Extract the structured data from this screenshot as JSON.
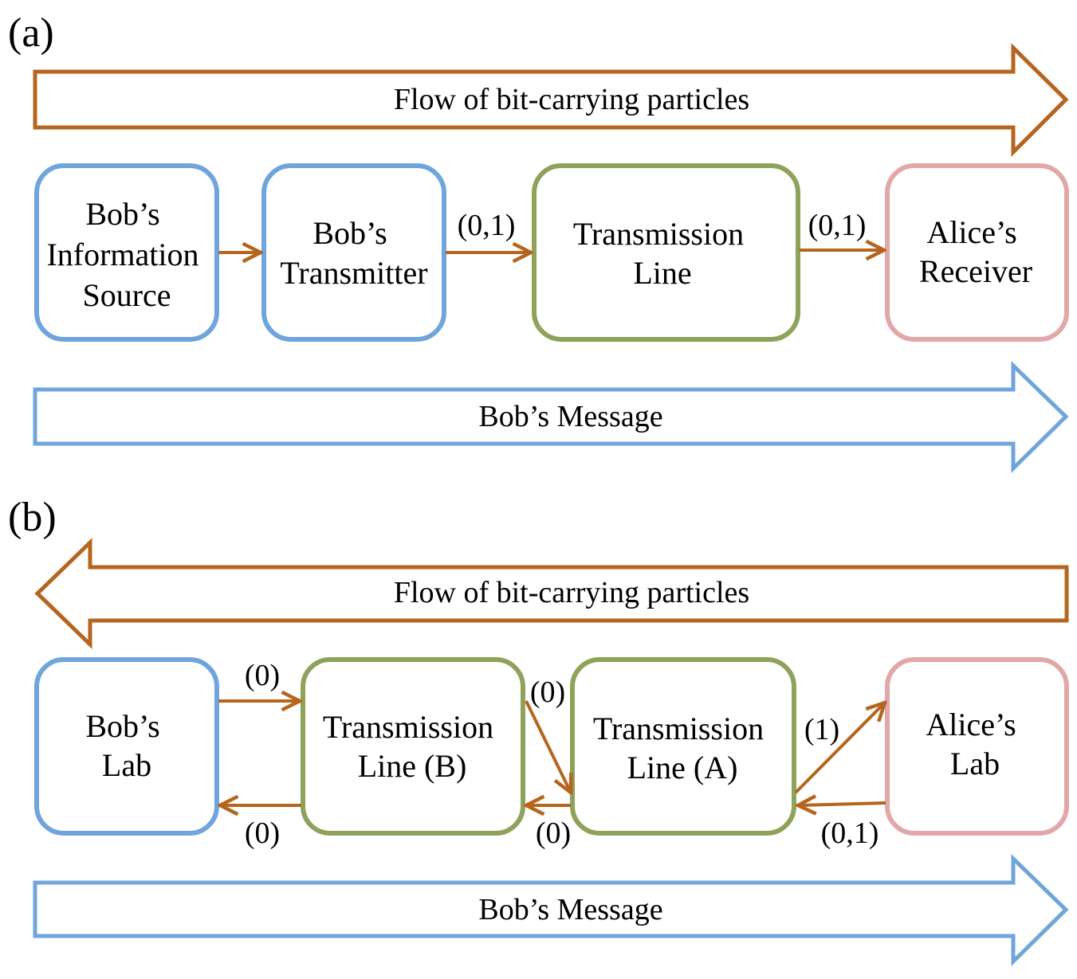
{
  "colors": {
    "blue": "#6fa5dc",
    "green": "#8ea25a",
    "pink": "#e2a7a9",
    "brown": "#b5651d",
    "text": "#000000"
  },
  "panel_a": {
    "label": "(a)",
    "top_banner": "Flow of bit-carrying particles",
    "boxes": {
      "info_source": [
        "Bob’s",
        "Information",
        "Source"
      ],
      "transmitter": [
        "Bob’s",
        "Transmitter"
      ],
      "line": [
        "Transmission",
        "Line"
      ],
      "receiver": [
        "Alice’s",
        "Receiver"
      ]
    },
    "edge_labels": {
      "tx_to_line": "(0,1)",
      "line_to_rx": "(0,1)"
    },
    "bottom_banner": "Bob’s Message"
  },
  "panel_b": {
    "label": "(b)",
    "top_banner": "Flow of bit-carrying particles",
    "boxes": {
      "bob_lab": [
        "Bob’s",
        "Lab"
      ],
      "line_b": [
        "Transmission",
        "Line (B)"
      ],
      "line_a": [
        "Transmission",
        "Line (A)"
      ],
      "alice_lab": [
        "Alice’s",
        "Lab"
      ]
    },
    "edge_labels": {
      "bob_to_b_top": "(0)",
      "b_to_bob_bottom": "(0)",
      "b_to_a_diag": "(0)",
      "a_to_b_bottom": "(0)",
      "a_to_alice_diag": "(1)",
      "alice_to_a_bottom": "(0,1)"
    },
    "bottom_banner": "Bob’s Message"
  }
}
